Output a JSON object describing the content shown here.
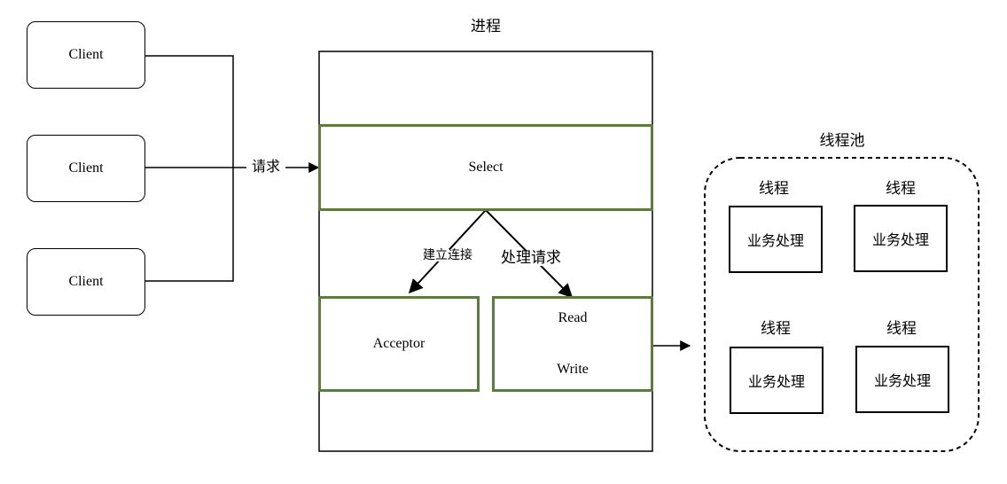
{
  "clients": [
    {
      "label": "Client"
    },
    {
      "label": "Client"
    },
    {
      "label": "Client"
    }
  ],
  "request_label": "请求",
  "process": {
    "title": "进程",
    "select_label": "Select",
    "establish_label": "建立连接",
    "handle_label": "处理请求",
    "acceptor_label": "Acceptor",
    "read_label": "Read",
    "write_label": "Write"
  },
  "thread_pool": {
    "title": "线程池",
    "threads": [
      {
        "title": "线程",
        "task": "业务处理"
      },
      {
        "title": "线程",
        "task": "业务处理"
      },
      {
        "title": "线程",
        "task": "业务处理"
      },
      {
        "title": "线程",
        "task": "业务处理"
      }
    ]
  },
  "colors": {
    "accent_green": "#5b7b3f",
    "line": "#000000"
  }
}
